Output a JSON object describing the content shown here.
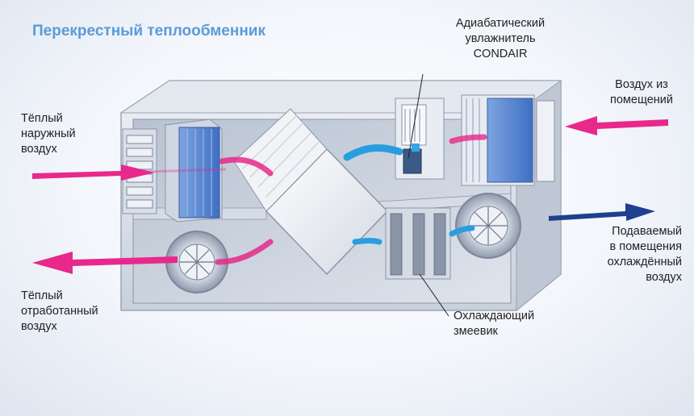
{
  "title": "Перекрестный теплообменник",
  "labels": {
    "warm_outdoor_air": [
      "Тёплый",
      "наружный",
      "воздух"
    ],
    "warm_exhaust_air": [
      "Тёплый",
      "отработанный",
      "воздух"
    ],
    "humidifier": [
      "Адиабатический",
      "увлажнитель",
      "CONDAIR"
    ],
    "room_air": [
      "Воздух из",
      "помещений"
    ],
    "supply_air": [
      "Подаваемый",
      "в помещения",
      "охлаждённый",
      "воздух"
    ],
    "cooling_coil": [
      "Охлаждающий",
      "змеевик"
    ]
  },
  "colors": {
    "title": "#5b9bd8",
    "warm_arrow": "#e8288a",
    "cool_arrow": "#1f3f8f",
    "internal_flow": "#2a9de0"
  }
}
